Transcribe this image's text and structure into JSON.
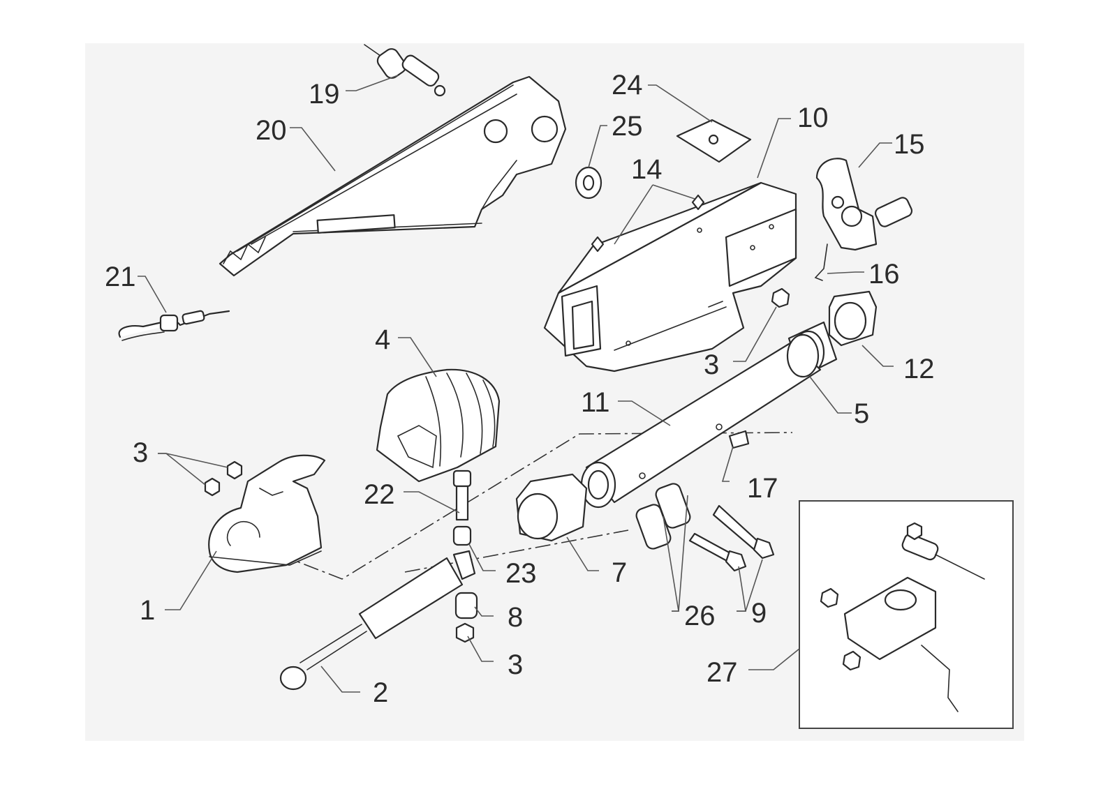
{
  "callouts": [
    {
      "id": "c1",
      "text": "1"
    },
    {
      "id": "c2",
      "text": "2"
    },
    {
      "id": "c3a",
      "text": "3"
    },
    {
      "id": "c3b",
      "text": "3"
    },
    {
      "id": "c3c",
      "text": "3"
    },
    {
      "id": "c4",
      "text": "4"
    },
    {
      "id": "c5",
      "text": "5"
    },
    {
      "id": "c7",
      "text": "7"
    },
    {
      "id": "c8",
      "text": "8"
    },
    {
      "id": "c9",
      "text": "9"
    },
    {
      "id": "c10",
      "text": "10"
    },
    {
      "id": "c11",
      "text": "11"
    },
    {
      "id": "c12",
      "text": "12"
    },
    {
      "id": "c14",
      "text": "14"
    },
    {
      "id": "c15",
      "text": "15"
    },
    {
      "id": "c16",
      "text": "16"
    },
    {
      "id": "c17",
      "text": "17"
    },
    {
      "id": "c19",
      "text": "19"
    },
    {
      "id": "c20",
      "text": "20"
    },
    {
      "id": "c21",
      "text": "21"
    },
    {
      "id": "c22",
      "text": "22"
    },
    {
      "id": "c23",
      "text": "23"
    },
    {
      "id": "c24",
      "text": "24"
    },
    {
      "id": "c25",
      "text": "25"
    },
    {
      "id": "c26",
      "text": "26"
    },
    {
      "id": "c27",
      "text": "27"
    }
  ]
}
